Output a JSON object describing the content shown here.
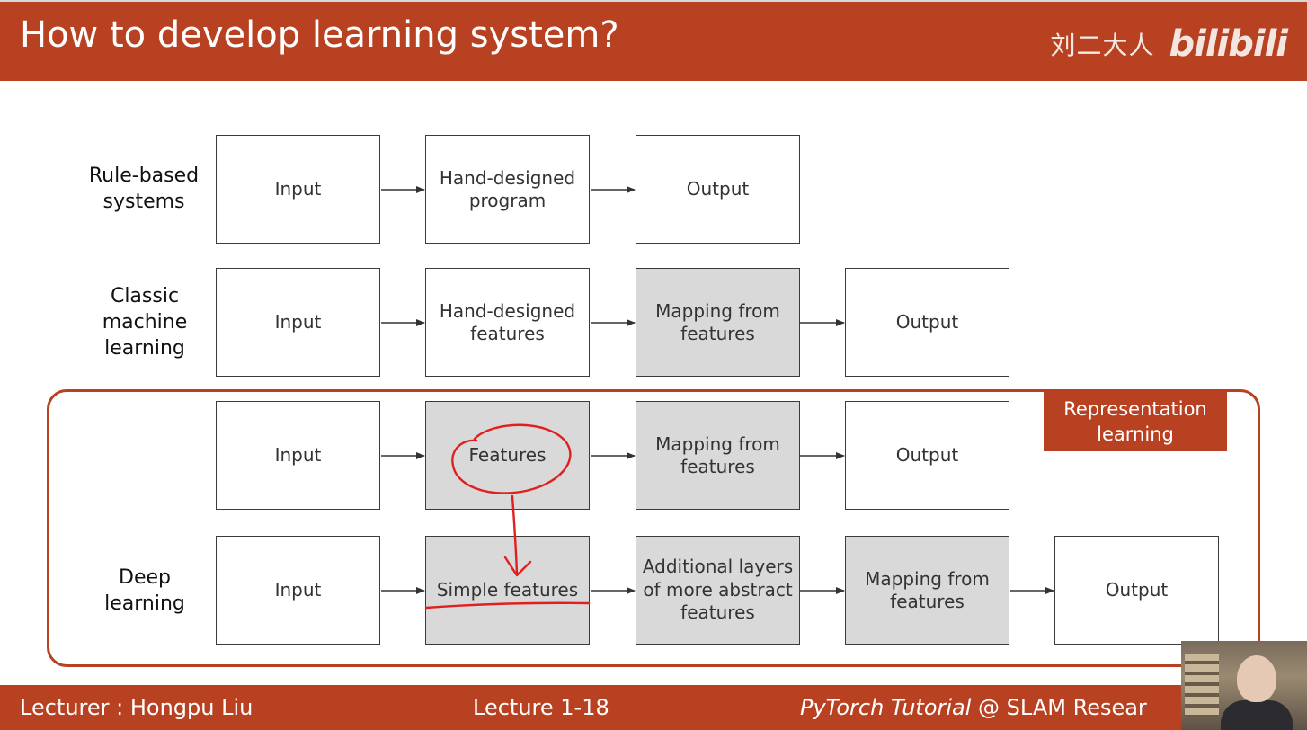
{
  "header": {
    "title": "How to develop learning system?",
    "author": "刘二大人",
    "logo_text": "bilibili"
  },
  "rows": {
    "rule_based": {
      "label": "Rule-based systems",
      "boxes": [
        "Input",
        "Hand-designed program",
        "Output"
      ]
    },
    "classic_ml": {
      "label": "Classic machine learning",
      "boxes": [
        "Input",
        "Hand-designed features",
        "Mapping from features",
        "Output"
      ]
    },
    "representation": {
      "boxes": [
        "Input",
        "Features",
        "Mapping from features",
        "Output"
      ]
    },
    "deep_learning": {
      "label": "Deep learning",
      "boxes": [
        "Input",
        "Simple features",
        "Additional layers of more abstract features",
        "Mapping from features",
        "Output"
      ]
    }
  },
  "region": {
    "label": "Representation learning"
  },
  "colors": {
    "accent": "#b84122",
    "shaded_box": "#d9d9d9",
    "annotation": "#e02020"
  },
  "footer": {
    "lecturer": "Lecturer : Hongpu Liu",
    "lecture": "Lecture 1-18",
    "course_italic": "PyTorch Tutorial",
    "course_rest": " @ SLAM Resear"
  }
}
